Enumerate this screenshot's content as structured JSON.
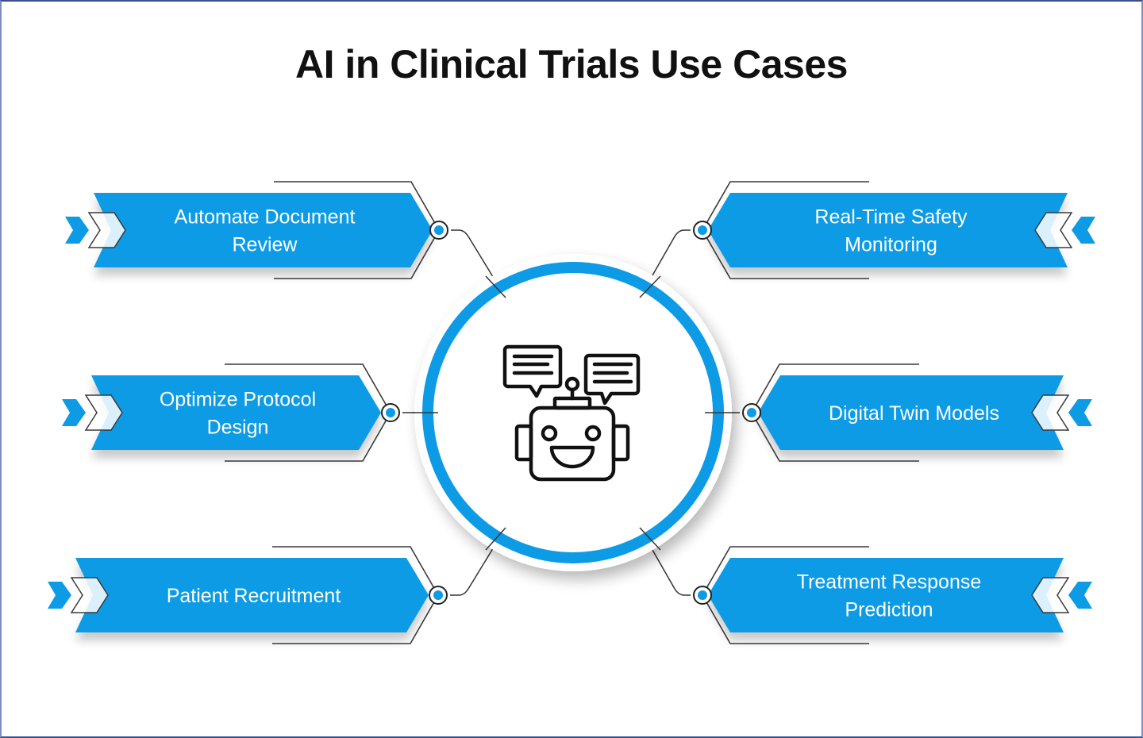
{
  "title": "AI in Clinical Trials Use Cases",
  "colors": {
    "accent": "#0d9be6",
    "outline": "#3a3a3a",
    "title": "#111111",
    "banner_text": "#ffffff",
    "frame_border": "#3b4f8c"
  },
  "center": {
    "icon": "robot-chat-icon"
  },
  "use_cases": [
    {
      "side": "left",
      "position": "top",
      "lines": [
        "Automate Document",
        "Review"
      ]
    },
    {
      "side": "left",
      "position": "middle",
      "lines": [
        "Optimize Protocol",
        "Design"
      ]
    },
    {
      "side": "left",
      "position": "bottom",
      "lines": [
        "Patient Recruitment"
      ]
    },
    {
      "side": "right",
      "position": "top",
      "lines": [
        "Real-Time Safety",
        "Monitoring"
      ]
    },
    {
      "side": "right",
      "position": "middle",
      "lines": [
        "Digital Twin Models"
      ]
    },
    {
      "side": "right",
      "position": "bottom",
      "lines": [
        "Treatment Response",
        "Prediction"
      ]
    }
  ]
}
